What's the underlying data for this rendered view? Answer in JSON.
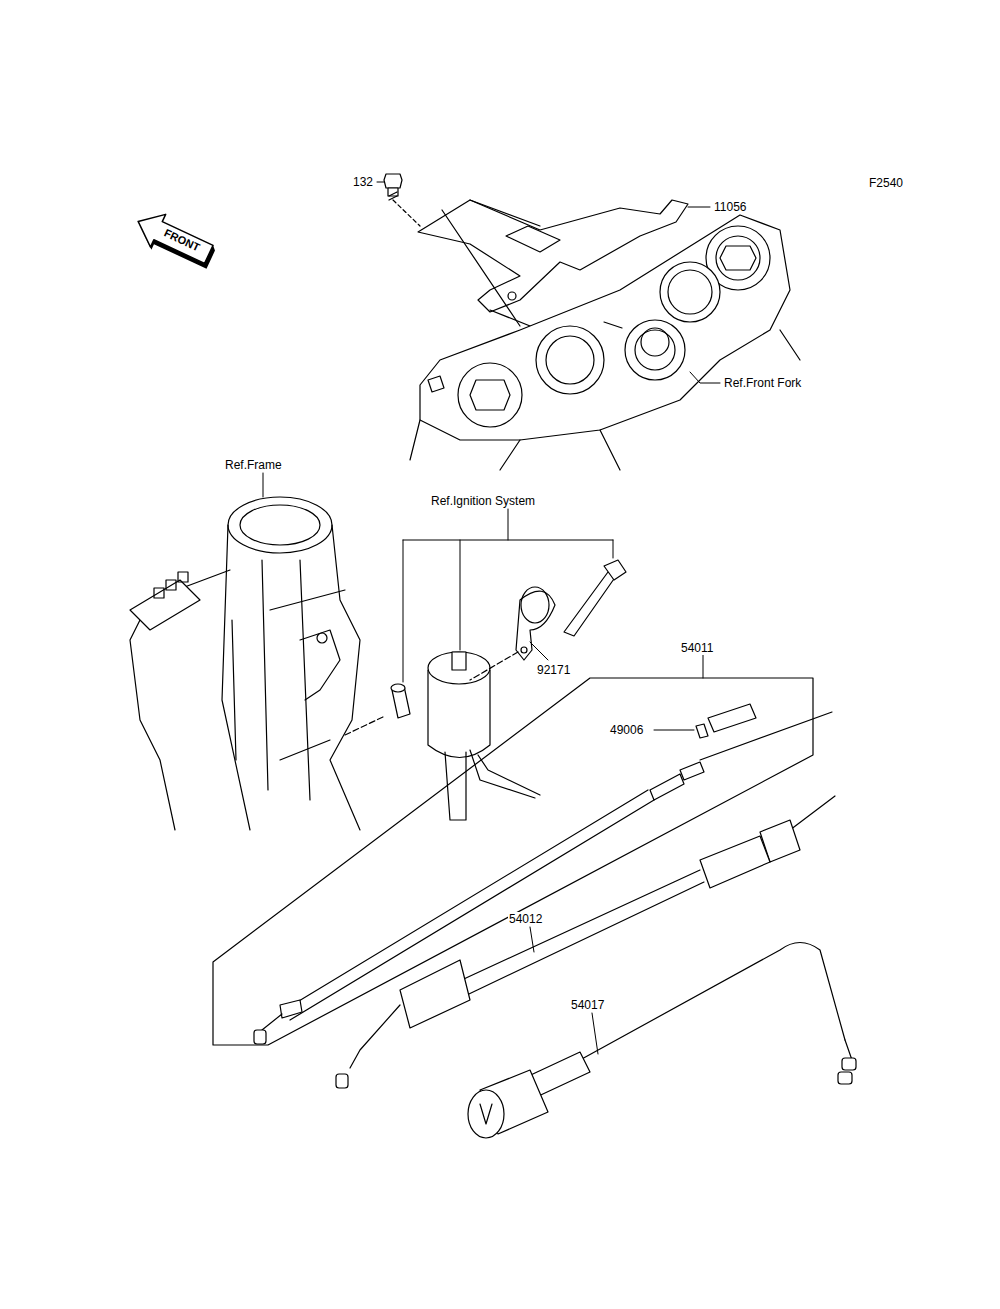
{
  "diagram": {
    "labels": [
      "F2540",
      "132",
      "11056",
      "Ref.Front Fork",
      "FRONT",
      "Ref.Frame",
      "Ref.Ignition System",
      "92171",
      "54011",
      "49006",
      "54012",
      "54017"
    ]
  }
}
